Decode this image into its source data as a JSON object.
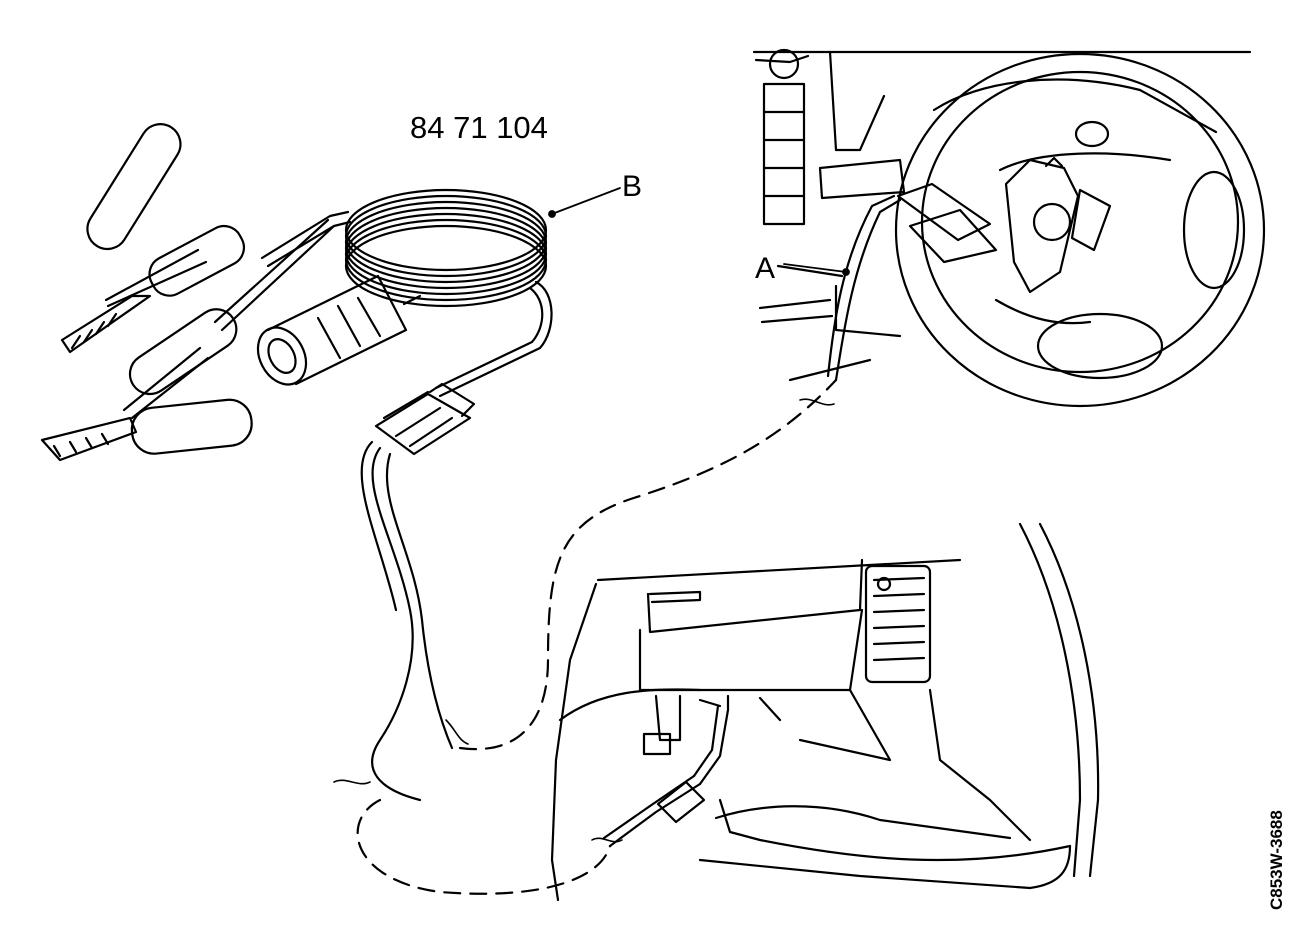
{
  "labels": {
    "part_number": "84 71 104",
    "callout_b": "B",
    "callout_a": "A",
    "figure_code": "C853W-3688"
  },
  "colors": {
    "ink": "#000000",
    "paper": "#ffffff"
  }
}
